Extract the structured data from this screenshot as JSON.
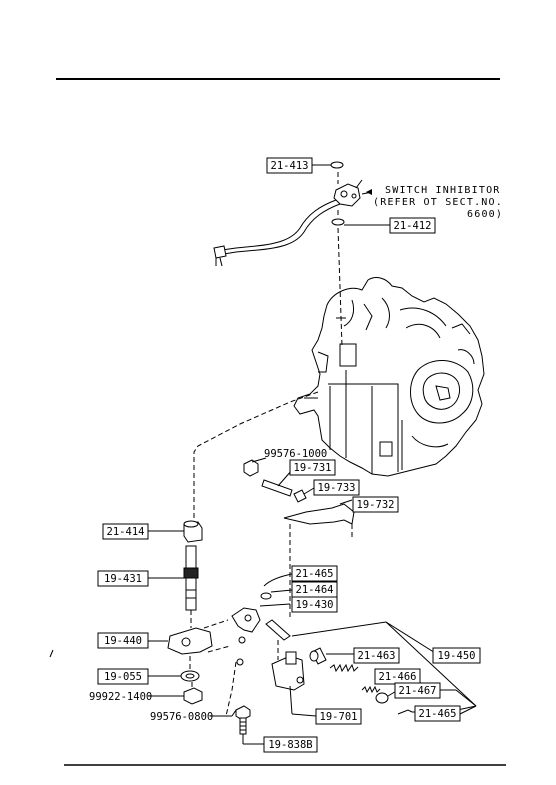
{
  "labels": {
    "p21_413": "21-413",
    "p21_412": "21-412",
    "p99576_1000": "99576-1000",
    "p19_731": "19-731",
    "p19_733": "19-733",
    "p19_732": "19-732",
    "p21_414": "21-414",
    "p21_465a": "21-465",
    "p21_464": "21-464",
    "p19_430": "19-430",
    "p19_431": "19-431",
    "p19_440": "19-440",
    "p21_463": "21-463",
    "p19_450": "19-450",
    "p21_466": "21-466",
    "p19_055": "19-055",
    "p21_467": "21-467",
    "p99922_1400": "99922-1400",
    "p21_465b": "21-465",
    "p99576_0800": "99576-0800",
    "p19_701": "19-701",
    "p19_838b": "19-838B"
  },
  "note": {
    "line1": "SWITCH INHIBITOR",
    "line2": "(REFER OT SECT.NO.",
    "line3": "6600)"
  }
}
